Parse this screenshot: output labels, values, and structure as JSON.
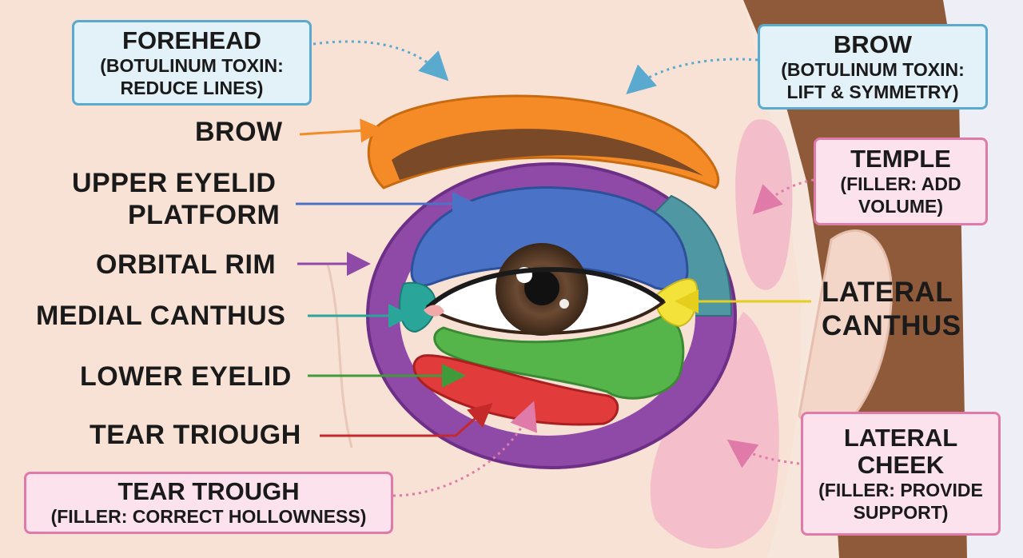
{
  "colors": {
    "brow_region": "#f58b26",
    "brow_hair": "#7a4a28",
    "upper_eyelid": "#4a73c8",
    "orbital_rim": "#8f4aa8",
    "medial_canthus": "#2aa59a",
    "lateral_canthus": "#f2e23a",
    "lower_eyelid": "#56b54a",
    "tear_trough_zone": "#e23b3b",
    "temple_zone": "#4f97a3",
    "injection_blue": "#5aa9cf",
    "injection_pink": "#e07aa8",
    "skin": "#f7e6dc"
  },
  "labels": {
    "brow": "BROW",
    "upper_eyelid": [
      "UPPER EYELID",
      "PLATFORM"
    ],
    "orbital_rim": "ORBITAL RIM",
    "medial_canthus": "MEDIAL CANTHUS",
    "lower_eyelid": "LOWER EYELID",
    "tear_trough": "TEAR TRIOUGH",
    "lateral_canthus": [
      "LATERAL",
      "CANTHUS"
    ]
  },
  "callouts": {
    "forehead": {
      "title": "FOREHEAD",
      "lines": [
        "(BOTULINUM TOXIN:",
        "REDUCE LINES)"
      ]
    },
    "brow": {
      "title": "BROW",
      "lines": [
        "(BOTULINUM TOXIN:",
        "LIFT & SYMMETRY)"
      ]
    },
    "temple": {
      "title": "TEMPLE",
      "lines": [
        "(FILLER: ADD",
        "VOLUME)"
      ]
    },
    "tear_trough": {
      "title": "TEAR TROUGH",
      "lines": [
        "(FILLER: CORRECT HOLLOWNESS)"
      ]
    },
    "lateral_cheek": {
      "title": [
        "LATERAL",
        "CHEEK"
      ],
      "lines": [
        "(FILLER: PROVIDE",
        "SUPPORT)"
      ]
    }
  }
}
